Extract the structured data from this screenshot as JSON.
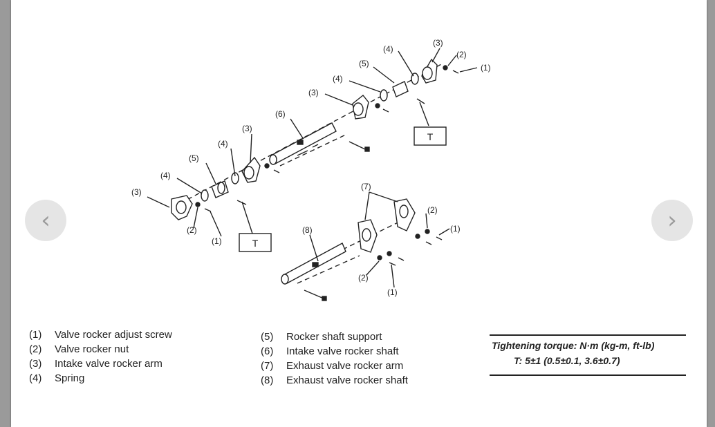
{
  "navigation": {
    "prev_icon": "‹",
    "next_icon": "›"
  },
  "diagram": {
    "callouts": {
      "c1": "(1)",
      "c2": "(2)",
      "c3": "(3)",
      "c4": "(4)",
      "c5": "(5)",
      "c6": "(6)",
      "c7": "(7)",
      "c8": "(8)"
    },
    "torque_box_label": "T"
  },
  "legend_left": [
    {
      "num": "(1)",
      "label": "Valve rocker adjust screw"
    },
    {
      "num": "(2)",
      "label": "Valve rocker nut"
    },
    {
      "num": "(3)",
      "label": "Intake valve rocker arm"
    },
    {
      "num": "(4)",
      "label": "Spring"
    }
  ],
  "legend_right": [
    {
      "num": "(5)",
      "label": "Rocker shaft support"
    },
    {
      "num": "(6)",
      "label": "Intake valve rocker shaft"
    },
    {
      "num": "(7)",
      "label": "Exhaust valve rocker arm"
    },
    {
      "num": "(8)",
      "label": "Exhaust valve rocker shaft"
    }
  ],
  "torque": {
    "title": "Tightening torque: N·m (kg-m, ft-lb)",
    "value": "T: 5±1 (0.5±0.1, 3.6±0.7)"
  }
}
